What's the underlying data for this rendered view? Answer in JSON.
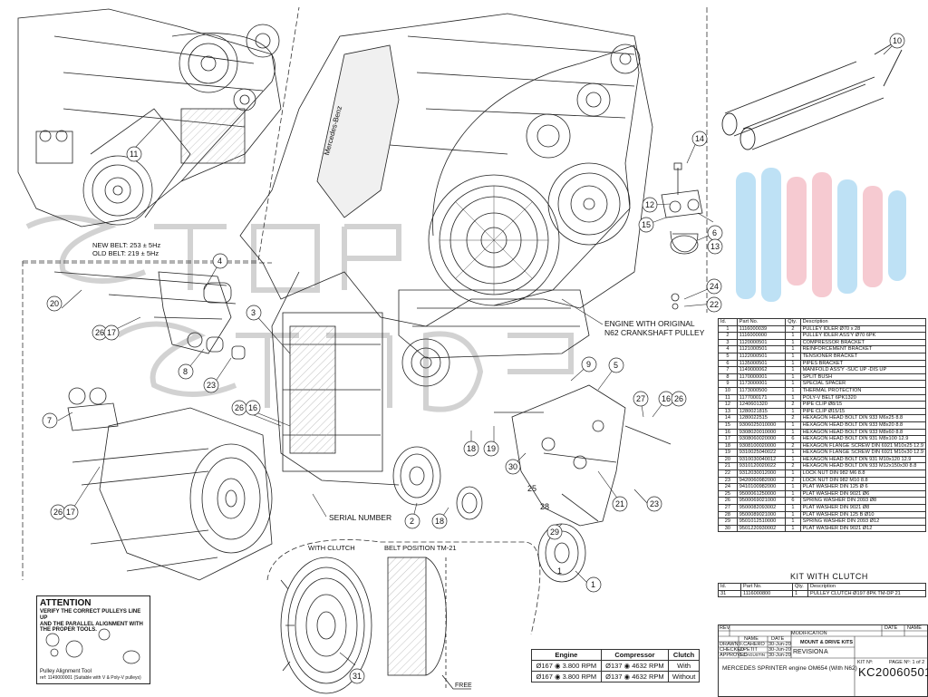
{
  "callouts": {
    "c1": "1",
    "c1b": "1",
    "c2": "2",
    "c3": "3",
    "c4": "4",
    "c5": "5",
    "c6": "6",
    "c7": "7",
    "c8": "8",
    "c9": "9",
    "c10": "10",
    "c11": "11",
    "c12": "12",
    "c13": "13",
    "c14": "14",
    "c15": "15",
    "c16a": "16",
    "c16b": "16",
    "c17a": "17",
    "c17b": "17",
    "c18a": "18",
    "c18b": "18",
    "c19": "19",
    "c20": "20",
    "c21": "21",
    "c22": "22",
    "c23a": "23",
    "c23b": "23",
    "c24": "24",
    "c25": "25",
    "c26a": "26",
    "c26b": "26",
    "c26c": "26",
    "c26d": "26",
    "c27": "27",
    "c28": "28",
    "c29": "29",
    "c30": "30",
    "c31": "31"
  },
  "labels": {
    "new_belt": "NEW BELT: 253 ± 5Hz",
    "old_belt": "OLD BELT: 219 ± 5Hz",
    "engine_line1": "ENGINE WITH ORIGINAL",
    "engine_line2": "N62 CRANKSHAFT PULLEY",
    "serial_number": "SERIAL NUMBER",
    "with_clutch": "WITH CLUTCH",
    "belt_position": "BELT POSITION TM-21",
    "free": "FREE",
    "brand_on_engine": "Mercedes-Benz"
  },
  "attention": {
    "heading": "ATTENTION",
    "text1": "VERIFY THE CORRECT PULLEYS LINE UP",
    "text2": "AND THE PARALLEL ALIGNMENT WITH",
    "text3": "THE PROPER TOOLS.",
    "ref1": "Pulley Alignment Tool",
    "ref2": "ref: 1149000001 (Suitable with V & Poly-V pulleys)"
  },
  "parts_table": {
    "headers": [
      "Id.",
      "Part No.",
      "Qty.",
      "Description"
    ],
    "rows": [
      [
        "1",
        "1116000039",
        "2",
        "PULLEY IDLER Ø70 x 28"
      ],
      [
        "2",
        "1116000000",
        "1",
        "PULLEY IDLER ASS'Y Ø70 6PK"
      ],
      [
        "3",
        "1120000501",
        "1",
        "COMPRESSOR BRACKET"
      ],
      [
        "4",
        "1121000501",
        "1",
        "REINFORCEMENT BRACKET"
      ],
      [
        "5",
        "1122000501",
        "1",
        "TENSIONER BRACKET"
      ],
      [
        "6",
        "1135000501",
        "1",
        "PIPES BRACKET"
      ],
      [
        "7",
        "1149000062",
        "1",
        "MANIFOLD ASS'Y -SUC UP -DIS UP"
      ],
      [
        "8",
        "1170000001",
        "1",
        "SPLIT BUSH"
      ],
      [
        "9",
        "1173000001",
        "1",
        "SPECIAL SPACER"
      ],
      [
        "10",
        "1173000500",
        "1",
        "THERMAL PROTECTION"
      ],
      [
        "11",
        "1177000171",
        "1",
        "POLY-V BELT 6PK1320"
      ],
      [
        "12",
        "1240601320",
        "2",
        "PIPE CLIP Ø8/15"
      ],
      [
        "13",
        "1280021815",
        "1",
        "PIPE CLIP Ø15/15"
      ],
      [
        "14",
        "1280022515",
        "2",
        "HEXAGON HEAD BOLT DIN 933 M6x25 8.8"
      ],
      [
        "15",
        "9306025010000",
        "1",
        "HEXAGON HEAD BOLT DIN 933 M8x20 8.8"
      ],
      [
        "16",
        "9308020010000",
        "1",
        "HEXAGON HEAD BOLT DIN 933 M8x60 8.8"
      ],
      [
        "17",
        "9308060020000",
        "6",
        "HEXAGON HEAD BOLT DIN 931 M8x100 12.9"
      ],
      [
        "18",
        "9308100020000",
        "2",
        "HEXAGON FLANGE SCREW DIN 6921 M10x25 12.9"
      ],
      [
        "19",
        "9310025040022",
        "1",
        "HEXAGON FLANGE SCREW DIN 6921 M10x30 12.9"
      ],
      [
        "20",
        "9310030040012",
        "1",
        "HEXAGON HEAD BOLT DIN 931 M10x120 12.9"
      ],
      [
        "21",
        "9310120020022",
        "2",
        "HEXAGON HEAD BOLT DIN 933 M12x150x30 8.8"
      ],
      [
        "22",
        "9312030012000",
        "1",
        "LOCK NUT DIN 982 M6 8.8"
      ],
      [
        "23",
        "9420060982000",
        "2",
        "LOCK NUT DIN 982 M10 8.8"
      ],
      [
        "24",
        "9410100982000",
        "1",
        "PLAT WASHER DIN 125 Ø 6"
      ],
      [
        "25",
        "9500061250000",
        "1",
        "PLAT WASHER DIN 9021 Ø6"
      ],
      [
        "26",
        "9500069021000",
        "6",
        "SPRING WASHER DIN 2093 Ø8"
      ],
      [
        "27",
        "9500082093002",
        "1",
        "PLAT WASHER DIN 9021 Ø8"
      ],
      [
        "28",
        "9500089021000",
        "1",
        "PLAT WASHER DIN 125 B Ø10"
      ],
      [
        "29",
        "9501012510000",
        "1",
        "SPRING WASHER DIN 2093 Ø12"
      ],
      [
        "30",
        "9501220930002",
        "1",
        "PLAT WASHER DIN 9021 Ø12"
      ]
    ]
  },
  "kit": {
    "title": "KIT WITH CLUTCH",
    "headers": [
      "Id.",
      "Part No.",
      "Qty.",
      "Description"
    ],
    "rows": [
      [
        "31",
        "1116000800",
        "1",
        "PULLEY CLUTCH Ø197 8PK TM-DP 21"
      ]
    ]
  },
  "spec_table": {
    "headers": [
      "Engine",
      "Compressor",
      "Clutch"
    ],
    "rows": [
      [
        "Ø167 ◉ 3.800 RPM",
        "Ø137 ◉ 4632 RPM",
        "With"
      ],
      [
        "Ø167 ◉ 3.800 RPM",
        "Ø137 ◉ 4632 RPM",
        "Without"
      ]
    ]
  },
  "title_block": {
    "rev": "REV",
    "modification": "MODIFICATION",
    "date": "DATE",
    "name": "NAME",
    "col_name": "NAME",
    "col_date": "DATE",
    "drawn": "DRAWN",
    "drawn_name": "F.CAHERO",
    "drawn_date": "30-Jun-20",
    "checked": "CHECKED",
    "checked_name": "J.PETIT",
    "checked_date": "30-Jun-20",
    "approved": "APPROVED",
    "approved_name": "J.C.AGUSTIN",
    "approved_date": "30-Jun-20",
    "mount": "MOUNT & DRIVE KITS",
    "revision_label": "REVISION",
    "revision_value": "A",
    "kit_no_label": "KIT Nº:",
    "page_label": "PAGE Nº: 1 of 2",
    "product": "MERCEDES SPRINTER   engine OM654 (With N62)",
    "kit_no": "KC20060501"
  },
  "colors": {
    "line": "#222222",
    "watermark": "#c8c8c8",
    "blue": "#a9d8f2",
    "pink": "#f3b9c2"
  }
}
